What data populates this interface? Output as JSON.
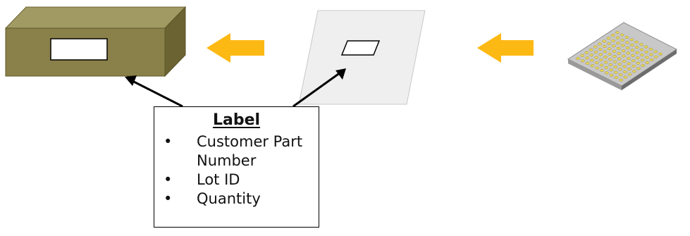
{
  "label_box": {
    "title": "Label",
    "items": [
      {
        "bullet": "•",
        "text": "Customer Part Number"
      },
      {
        "bullet": "•",
        "text": "Lot ID"
      },
      {
        "bullet": "•",
        "text": "Quantity"
      }
    ]
  },
  "colors": {
    "box_front": "#8a8049",
    "box_top": "#a29a63",
    "box_side": "#6b6332",
    "bag": "#efefef",
    "arrow": "#fdb913",
    "tray": "#c8c8c8",
    "chip": "#e8d65a"
  },
  "icons": {
    "box": "shipping-box-icon",
    "bag": "bag-icon",
    "tray": "component-tray-icon"
  }
}
